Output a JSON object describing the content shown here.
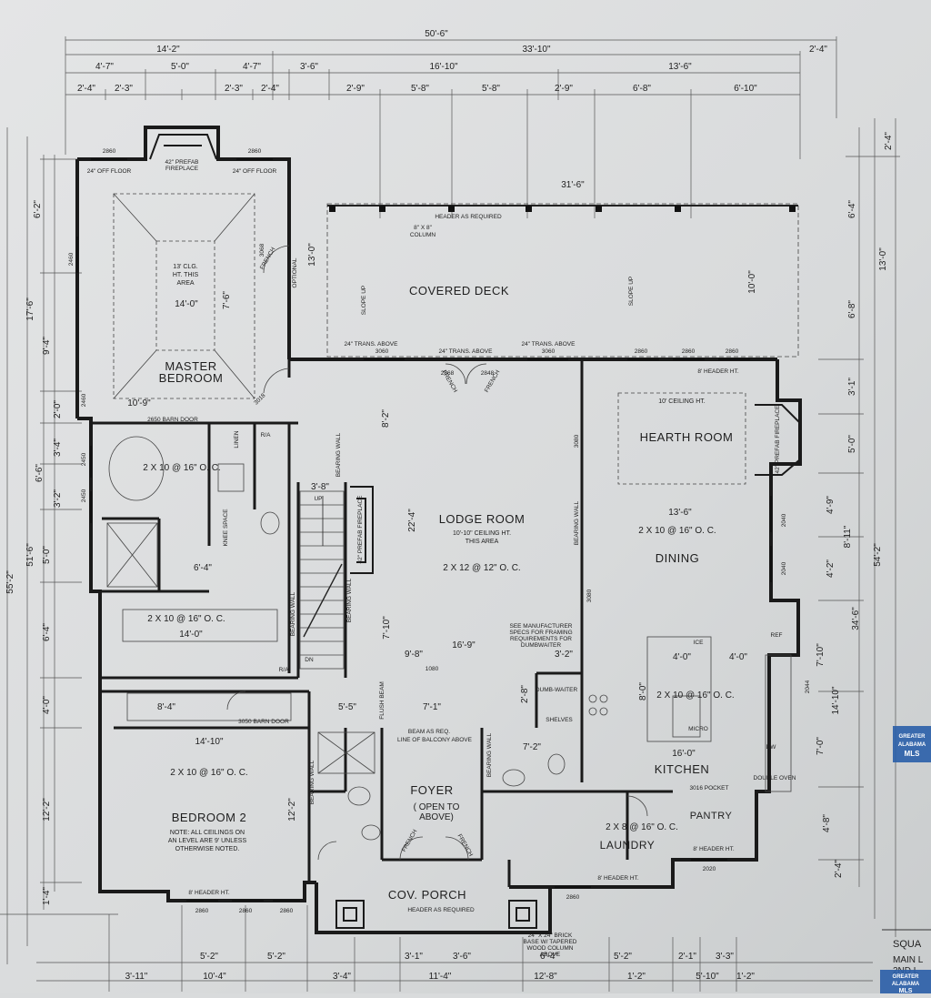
{
  "overall": {
    "width": "50'-6\"",
    "depth": "55'-2\""
  },
  "top_dims": {
    "row1": [
      "14'-2\"",
      "33'-10\"",
      "2'-4\""
    ],
    "row2": [
      "4'-7\"",
      "5'-0\"",
      "4'-7\"",
      "3'-6\"",
      "16'-10\"",
      "13'-6\""
    ],
    "row3": [
      "2'-4\"",
      "2'-3\"",
      "2'-3\"",
      "2'-4\"",
      "2'-9\"",
      "5'-8\"",
      "5'-8\"",
      "2'-9\"",
      "6'-8\"",
      "6'-10\""
    ]
  },
  "left_dims": [
    "17'-6\"",
    "9'-4\"",
    "6'-2\"",
    "2'-0\"",
    "3'-4\"",
    "3'-2\"",
    "6'-6\"",
    "51'-6\"",
    "55'-2\"",
    "5'-0\"",
    "6'-4\"",
    "4'-0\"",
    "12'-2\"",
    "1'-4\""
  ],
  "right_dims": [
    "2'-4\"",
    "6'-4\"",
    "13'-0\"",
    "6'-8\"",
    "3'-1\"",
    "5'-0\"",
    "4'-9\"",
    "8'-11\"",
    "4'-2\"",
    "54'-2\"",
    "34'-6\"",
    "7'-10\"",
    "14'-10\"",
    "7'-0\"",
    "4'-8\"",
    "2'-4\""
  ],
  "bottom_dims": {
    "row1": [
      "5'-2\"",
      "5'-2\"",
      "3'-1\"",
      "3'-6\"",
      "6'-4\"",
      "5'-2\"",
      "2'-1\"",
      "3'-3\""
    ],
    "row2": [
      "3'-11\"",
      "10'-4\"",
      "3'-4\"",
      "11'-4\"",
      "12'-8\"",
      "1'-2\"",
      "5'-10\"",
      "1'-2\""
    ]
  },
  "rooms": {
    "covered_deck": "COVERED DECK",
    "master_bedroom": "MASTER\nBEDROOM",
    "master_l1": "MASTER",
    "master_l2": "BEDROOM",
    "lodge_room": "LODGE ROOM",
    "hearth_room": "HEARTH ROOM",
    "dining": "DINING",
    "kitchen": "KITCHEN",
    "pantry": "PANTRY",
    "laundry": "LAUNDRY",
    "foyer": "FOYER",
    "foyer_sub": "( OPEN TO\nABOVE)",
    "foyer_sub1": "( OPEN TO",
    "foyer_sub2": "ABOVE)",
    "bedroom2": "BEDROOM 2",
    "cov_porch": "COV. PORCH"
  },
  "notes": {
    "bedroom2_note1": "NOTE: ALL CEILINGS ON",
    "bedroom2_note2": "AN LEVEL ARE 9' UNLESS",
    "bedroom2_note3": "OTHERWISE NOTED.",
    "ceiling_13": "13' CLG.",
    "ceiling_13b": "HT. THIS",
    "ceiling_13c": "AREA",
    "lodge_ceiling": "10'-10\" CEILING HT.",
    "lodge_ceiling2": "THIS AREA",
    "hearth_ceiling": "10' CEILING HT.",
    "header_req": "HEADER AS REQUIRED",
    "column": "8\" X 8\"",
    "column2": "COLUMN",
    "slope_up": "SLOPE UP",
    "trans_above": "24\" TRANS. ABOVE",
    "prefab_fp": "42\" PREFAB FIREPLACE",
    "prefab": "42\" PREFAB",
    "fireplace": "FIREPLACE",
    "off_floor": "24\" OFF FLOOR",
    "joists_lodge": "2 X 12 @ 12\" O. C.",
    "joists": "2 X 10 @ 16\" O. C.",
    "joists_laundry": "2 X 8 @ 16\" O. C.",
    "header_ht": "8' HEADER HT.",
    "barn_door": "2650 BARN DOOR",
    "barn_door2": "3050 BARN DOOR",
    "beam_req": "BEAM AS REQ.",
    "balcony": "LINE OF BALCONY ABOVE",
    "mfr_note1": "SEE MANUFACTURER",
    "mfr_note2": "SPECS FOR FRAMING",
    "mfr_note3": "REQUIREMENTS FOR",
    "mfr_note4": "DUMBWAITER",
    "brick_base1": "24\" X 24\" BRICK",
    "brick_base2": "BASE W/ TAPERED",
    "brick_base3": "WOOD COLUMN",
    "brick_base4": "ABOVE",
    "bearing_wall": "BEARING WALL",
    "flush_beam": "FLUSH BEAM",
    "up": "UP",
    "dn": "DN",
    "ice": "ICE",
    "micro": "MICRO",
    "dw": "DW",
    "double_oven": "DOUBLE OVEN",
    "ref": "REF",
    "dumbwaiter": "DUMB-WAITER",
    "shelves": "SHELVES",
    "linen": "LINEN",
    "knee_space": "KNEE SPACE",
    "pocket": "3016 POCKET",
    "french": "FRENCH",
    "optional": "OPTIONAL",
    "ra": "R/A"
  },
  "room_dims": {
    "mb_w": "14'-0\"",
    "mb_h": "7'-6\"",
    "mb_lower": "10'-9\"",
    "lodge_h": "22'-4\"",
    "lodge_w": "16'-9\"",
    "lodge_side": "8'-2\"",
    "hearth_w": "13'-6\"",
    "kitchen_w": "16'-0\"",
    "kitchen_h": "8'-0\"",
    "island1": "4'-0\"",
    "island2": "4'-0\"",
    "bed2_w": "14'-10\"",
    "bed2_h": "12'-2\"",
    "closet_w": "14'-0\"",
    "closet_w2": "8'-4\"",
    "bath_w": "6'-4\"",
    "foyer_w": "7'-1\"",
    "stair_w": "3'-8\"",
    "deck_w": "31'-6\"",
    "deck_h": "13'-0\"",
    "deck_side": "10'-0\"",
    "d_9_8": "9'-8\"",
    "d_7_10": "7'-10\"",
    "d_3_2": "3'-2\"",
    "d_5_5": "5'-5\"",
    "d_2_8": "2'-8\"",
    "d_7_2": "7'-2\""
  },
  "windows": {
    "w2860": "2860",
    "w3060": "3060",
    "w2460": "2460",
    "w2450": "2450",
    "w2040": "2040",
    "w2020": "2020",
    "w3068": "3068",
    "w3018": "3018",
    "w2868": "2868",
    "w2848": "2848",
    "w3080": "3080",
    "w1080": "1080",
    "w2044": "2044"
  },
  "title_block": {
    "line1": "SQUA",
    "line2": "MAIN L",
    "line3": "2ND L"
  },
  "watermark": {
    "line1": "GREATER",
    "line2": "ALABAMA",
    "line3": "MLS"
  }
}
